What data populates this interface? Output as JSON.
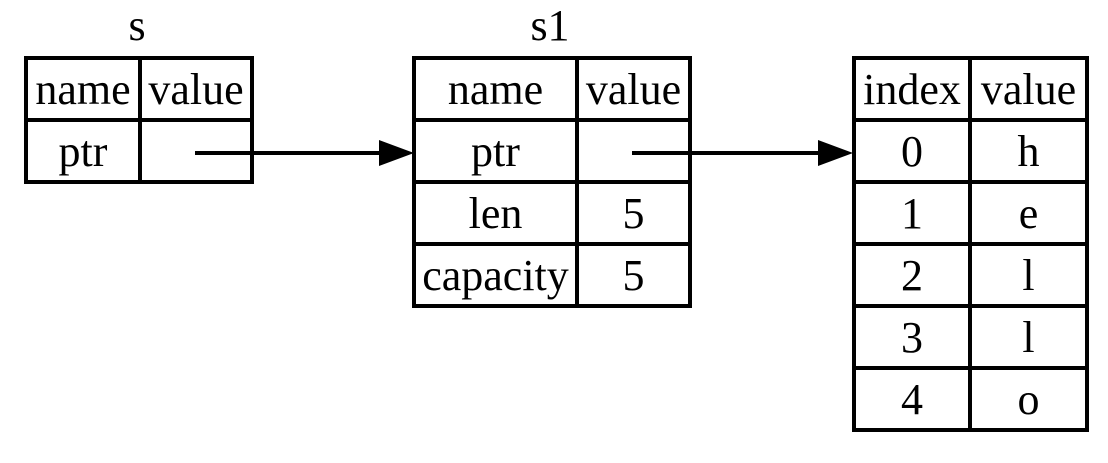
{
  "colors": {
    "ink": "#000000",
    "background": "#ffffff"
  },
  "stack_frame_s": {
    "title": "s",
    "headers": {
      "name": "name",
      "value": "value"
    },
    "rows": [
      {
        "name": "ptr",
        "value": ""
      }
    ]
  },
  "stack_frame_s1": {
    "title": "s1",
    "headers": {
      "name": "name",
      "value": "value"
    },
    "rows": [
      {
        "name": "ptr",
        "value": ""
      },
      {
        "name": "len",
        "value": "5"
      },
      {
        "name": "capacity",
        "value": "5"
      }
    ]
  },
  "heap_buffer": {
    "headers": {
      "index": "index",
      "value": "value"
    },
    "rows": [
      {
        "index": "0",
        "value": "h"
      },
      {
        "index": "1",
        "value": "e"
      },
      {
        "index": "2",
        "value": "l"
      },
      {
        "index": "3",
        "value": "l"
      },
      {
        "index": "4",
        "value": "o"
      }
    ]
  }
}
